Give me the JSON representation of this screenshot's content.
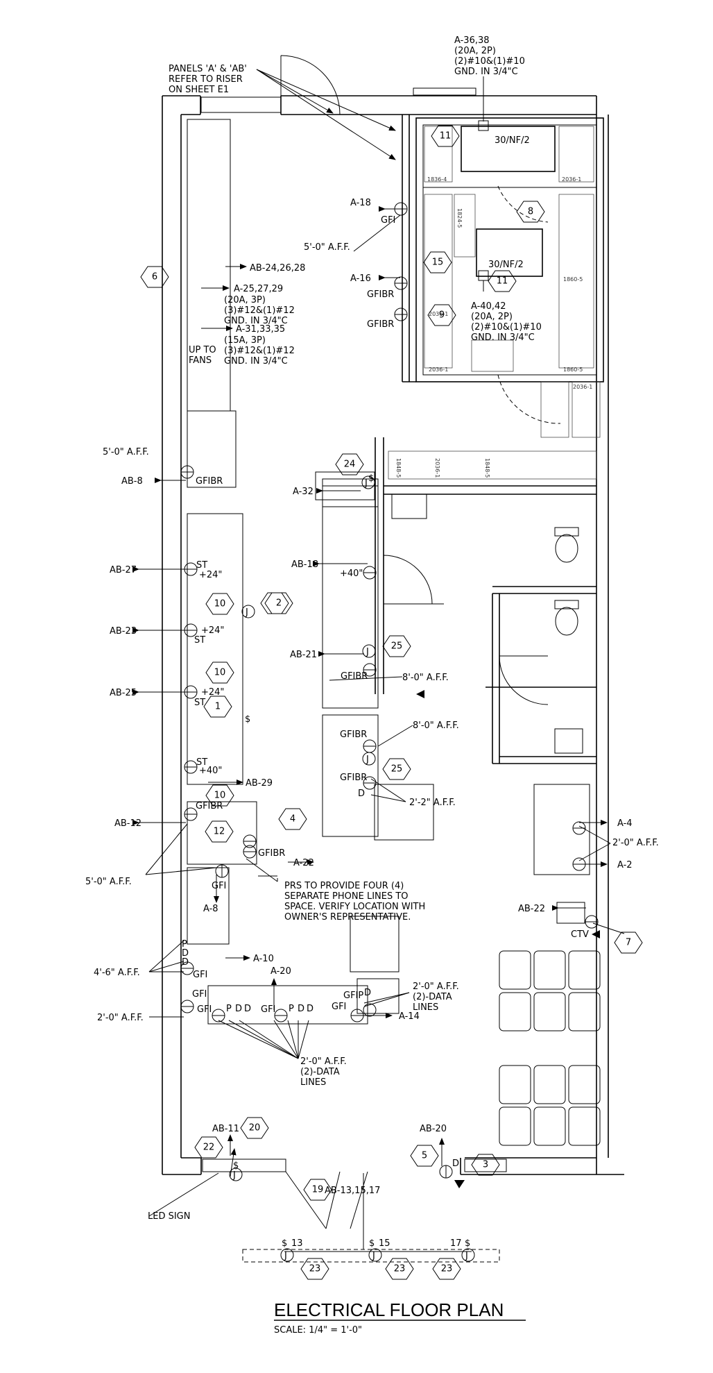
{
  "title": "ELECTRICAL FLOOR PLAN",
  "scale": "SCALE: 1/4\" = 1'-0\"",
  "notes": {
    "panels": [
      "PANELS 'A' & 'AB'",
      "REFER TO RISER",
      "ON SHEET E1"
    ],
    "circuit_top": [
      "A-36,38",
      "(20A, 2P)",
      "(2)#10&(1)#10",
      "GND. IN 3/4\"C"
    ],
    "circuit_mid": [
      "A-40,42",
      "(20A, 2P)",
      "(2)#10&(1)#10",
      "GND. IN 3/4\"C"
    ],
    "hood_a": [
      "A-25,27,29",
      "(20A, 3P)",
      "(3)#12&(1)#12",
      "GND. IN 3/4\"C"
    ],
    "hood_b": [
      "A-31,33,35",
      "(15A, 3P)",
      "(3)#12&(1)#12",
      "GND. IN 3/4\"C"
    ],
    "up_to_fans": [
      "UP TO",
      "FANS"
    ],
    "prs": [
      "PRS TO PROVIDE FOUR (4)",
      "SEPARATE PHONE LINES TO",
      "SPACE. VERIFY LOCATION WITH",
      "OWNER'S REPRESENTATIVE."
    ],
    "data_right": [
      "2'-0\" A.F.F.",
      "(2)-DATA",
      "LINES"
    ],
    "data_bottom": [
      "2'-0\" A.F.F.",
      "(2)-DATA",
      "LINES"
    ],
    "led_sign": "LED SIGN"
  },
  "cooler_labels": {
    "top": "30/NF/2",
    "mid": "30/NF/2"
  },
  "shelf_labels": [
    "1836-4",
    "2036-1",
    "1824-5",
    "1860-5",
    "2036-1",
    "2036-1",
    "1860-5",
    "2036-1",
    "1848-5",
    "2036-1",
    "1848-5"
  ],
  "circuits": {
    "ab_24": "AB-24,26,28",
    "a_18": "A-18",
    "a_16": "A-16",
    "a_32": "A-32",
    "ab_8": "AB-8",
    "ab_18": "AB-18",
    "ab_27": "AB-27",
    "ab_23": "AB-23",
    "ab_21": "AB-21",
    "ab_25": "AB-25",
    "ab_29": "AB-29",
    "ab_12": "AB-12",
    "a_22": "A-22",
    "a_8": "A-8",
    "a_4": "A-4",
    "a_2": "A-2",
    "ab_22": "AB-22",
    "a_10": "A-10",
    "a_20": "A-20",
    "a_14": "A-14",
    "ab_11": "AB-11",
    "ab_20": "AB-20",
    "ab_13": "AB-13,15,17"
  },
  "heights": {
    "h_5_top": "5'-0\" A.F.F.",
    "h_5_left": "5'-0\" A.F.F.",
    "h_5_bottom": "5'-0\" A.F.F.",
    "h_8a": "8'-0\" A.F.F.",
    "h_8b": "8'-0\" A.F.F.",
    "h_22": "2'-2\" A.F.F.",
    "h_2_right": "2'-0\" A.F.F.",
    "h_46": "4'-6\" A.F.F.",
    "h_2_left": "2'-0\" A.F.F."
  },
  "device_labels": {
    "gfi": "GFI",
    "gfibr": "GFIBR",
    "gfip": "GFIP",
    "st": "ST",
    "ctv": "CTV",
    "p": "P",
    "d": "D",
    "j": "J",
    "s": "$",
    "plus_24": "+24\"",
    "plus_40": "+40\"",
    "s13": "13",
    "s15": "15",
    "s17": "17"
  },
  "tags": {
    "t1": "1",
    "t2": "2",
    "t3": "3",
    "t4": "4",
    "t5": "5",
    "t6": "6",
    "t7": "7",
    "t8": "8",
    "t9": "9",
    "t10a": "10",
    "t10b": "10",
    "t10c": "10",
    "t11a": "11",
    "t11b": "11",
    "t12": "12",
    "t15": "15",
    "t19": "19",
    "t20": "20",
    "t22": "22",
    "t23a": "23",
    "t23b": "23",
    "t23c": "23",
    "t24": "24",
    "t25a": "25",
    "t25b": "25"
  }
}
